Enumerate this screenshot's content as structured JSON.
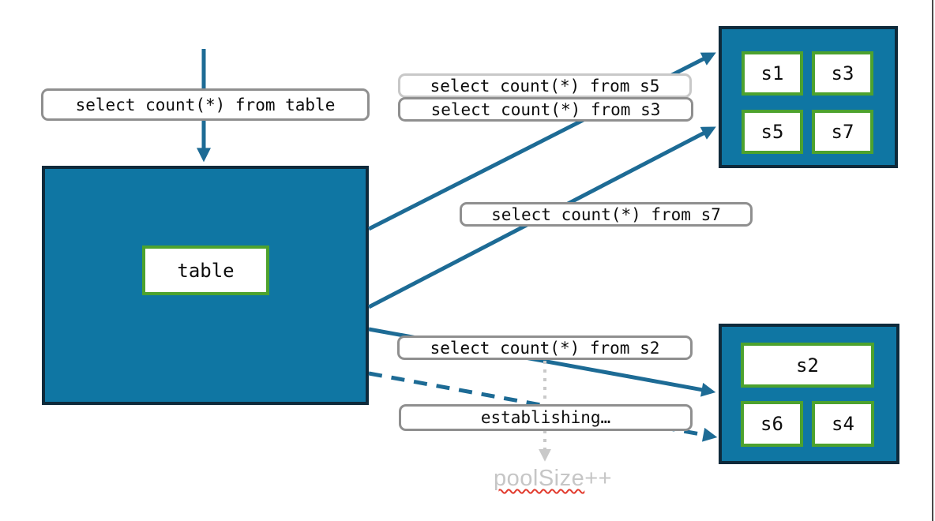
{
  "colors": {
    "pool_fill": "#0f76a3",
    "pool_border": "#0e2a3b",
    "shard_border_green": "#4da22e",
    "arrow_teal": "#1d6b95",
    "label_border_gray": "#8f8f8f",
    "label_border_light_gray": "#c8c8c8",
    "muted_text_gray": "#c6c6c6",
    "dotted_arrow_gray": "#c9c9c9",
    "squiggle_red": "#e23b2e"
  },
  "main_table": {
    "label": "table"
  },
  "query_labels": {
    "from_table": "select count(*) from table",
    "from_s5": "select count(*) from s5",
    "from_s3": "select count(*) from s3",
    "from_s7": "select count(*) from s7",
    "from_s2": "select count(*) from s2",
    "establishing": "establishing…"
  },
  "shards_top": [
    "s1",
    "s3",
    "s5",
    "s7"
  ],
  "shards_bottom": [
    "s2",
    "s6",
    "s4"
  ],
  "pool_size": {
    "word": "poolSize",
    "suffix": "++"
  }
}
